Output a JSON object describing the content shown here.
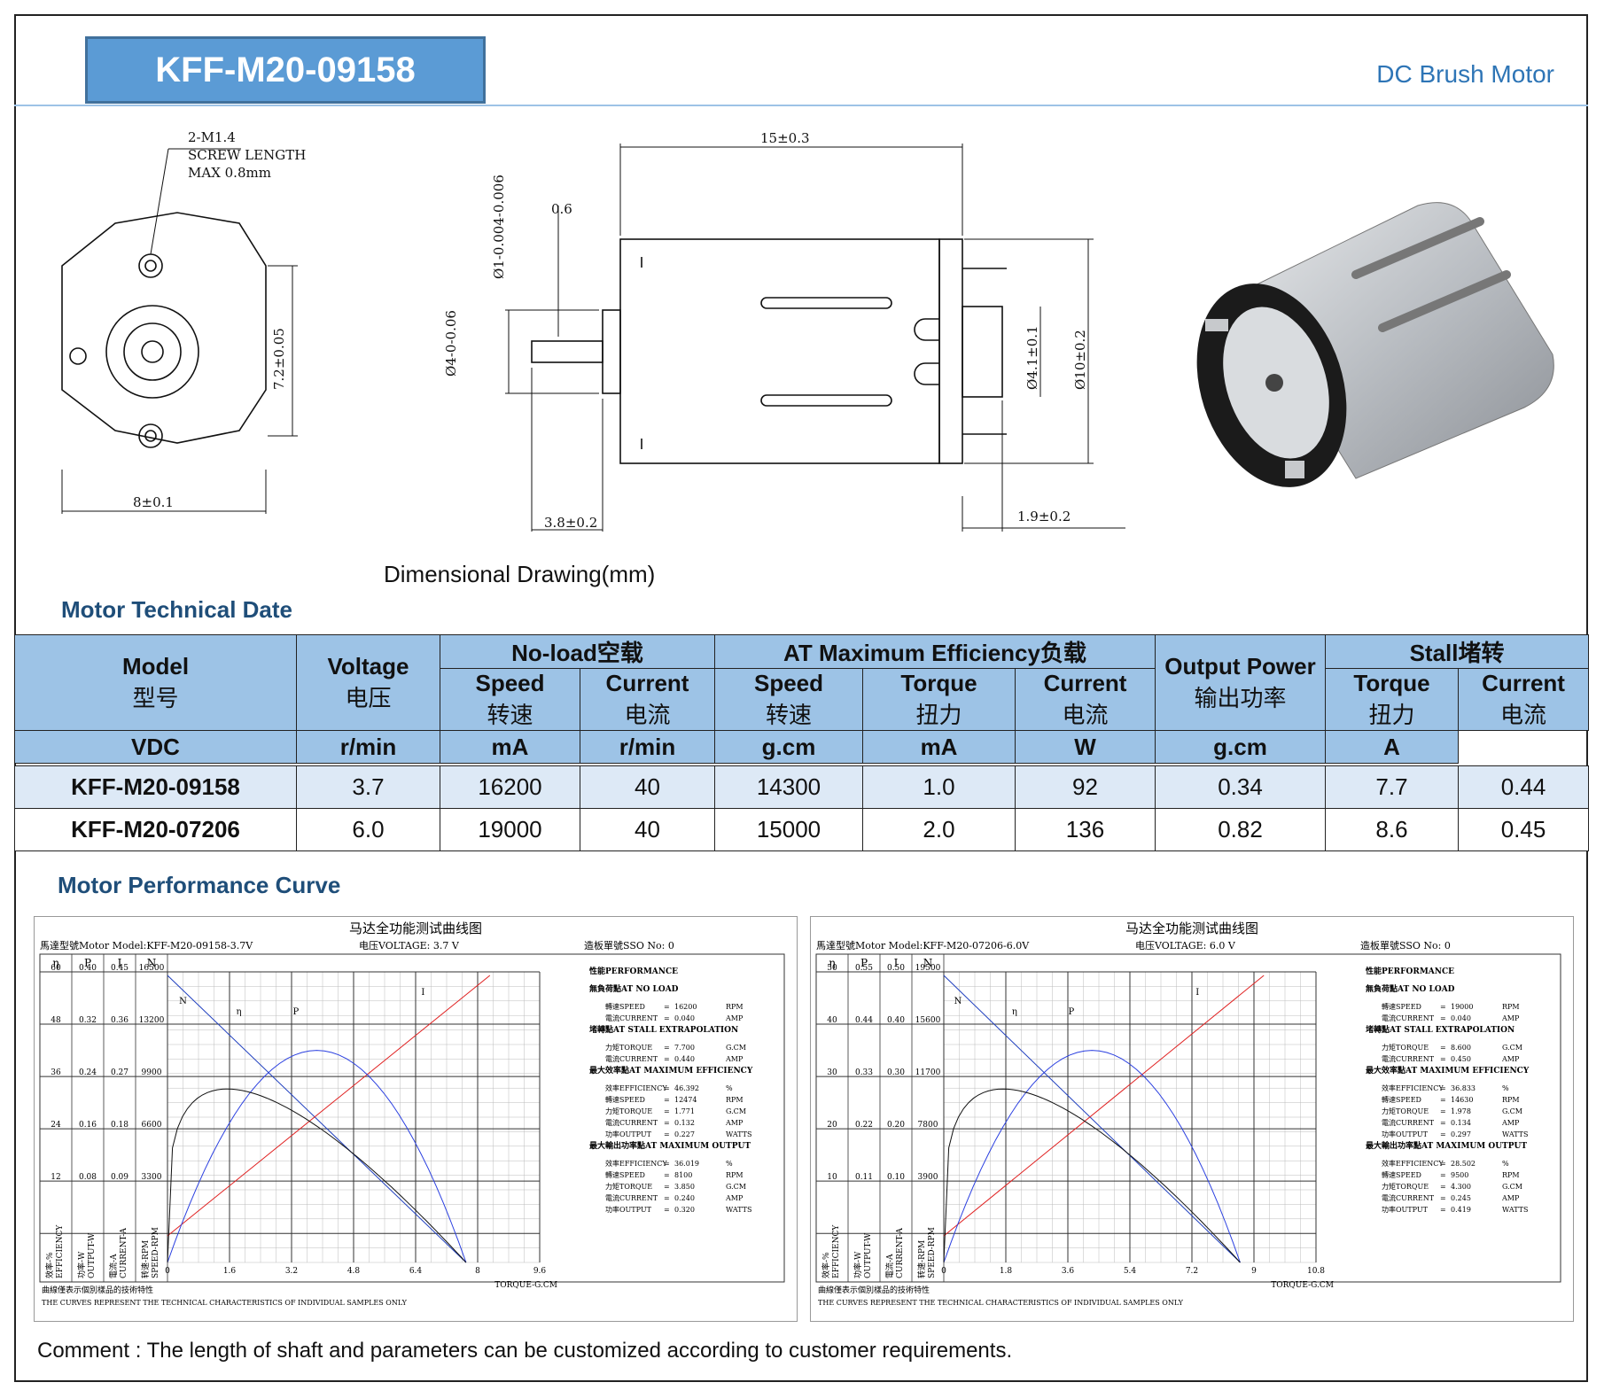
{
  "header": {
    "model_title": "KFF-M20-09158",
    "category": "DC Brush Motor"
  },
  "drawing": {
    "caption": "Dimensional Drawing(mm)",
    "screw_note_1": "2-M1.4",
    "screw_note_2": "SCREW LENGTH",
    "screw_note_3": "MAX 0.8mm",
    "dim_width": "8±0.1",
    "dim_hole_spacing": "7.2±0.05",
    "dim_body_length": "15±0.3",
    "dim_flange": "0.6",
    "dim_shaft_dia": "Ø1-0.004-0.006",
    "dim_boss_dia": "Ø4-0-0.06",
    "dim_shaft_length": "3.8±0.2",
    "dim_end_boss": "Ø4.1±0.1",
    "dim_body_dia": "Ø10±0.2",
    "dim_terminal": "1.9±0.2"
  },
  "tech_section_title": "Motor Technical Date",
  "table": {
    "h_model": "Model",
    "h_model_cn": "型号",
    "h_voltage": "Voltage",
    "h_voltage_cn": "电压",
    "h_noload": "No-load空载",
    "h_maxeff": "AT Maximum Efficiency负载",
    "h_output": "Output Power",
    "h_output_cn": "输出功率",
    "h_stall": "Stall堵转",
    "h_speed": "Speed",
    "h_speed_cn": "转速",
    "h_current": "Current",
    "h_current_cn": "电流",
    "h_torque": "Torque",
    "h_torque_cn": "扭力",
    "u_voltage": "VDC",
    "u_speed": "r/min",
    "u_current_ma": "mA",
    "u_torque": "g.cm",
    "u_output": "W",
    "u_current_a": "A",
    "rows": [
      {
        "model": "KFF-M20-09158",
        "voltage": "3.7",
        "nl_speed": "16200",
        "nl_current": "40",
        "me_speed": "14300",
        "me_torque": "1.0",
        "me_current": "92",
        "output": "0.34",
        "st_torque": "7.7",
        "st_current": "0.44"
      },
      {
        "model": "KFF-M20-07206",
        "voltage": "6.0",
        "nl_speed": "19000",
        "nl_current": "40",
        "me_speed": "15000",
        "me_torque": "2.0",
        "me_current": "136",
        "output": "0.82",
        "st_torque": "8.6",
        "st_current": "0.45"
      }
    ]
  },
  "curve_section_title": "Motor Performance Curve",
  "curves": [
    {
      "chart_title": "马达全功能测试曲线图",
      "model_line": "馬達型號Motor Model:KFF-M20-09158-3.7V",
      "voltage_line": "电压VOLTAGE:  3.7  V",
      "sample_line": "造板單號SSO No: 0",
      "col_heads": [
        "η",
        "P",
        "I",
        "N"
      ],
      "y_ticks": [
        [
          "60",
          "0.40",
          "0.45",
          "16500"
        ],
        [
          "48",
          "0.32",
          "0.36",
          "13200"
        ],
        [
          "36",
          "0.24",
          "0.27",
          "9900"
        ],
        [
          "24",
          "0.16",
          "0.18",
          "6600"
        ],
        [
          "12",
          "0.08",
          "0.09",
          "3300"
        ]
      ],
      "x_ticks": [
        "0",
        "1.6",
        "3.2",
        "4.8",
        "6.4",
        "8",
        "9.6"
      ],
      "x_label": "TORQUE-G.CM",
      "footer_cn": "曲線僅表示個別樣品的技術特性",
      "footer_en": "THE CURVES REPRESENT THE TECHNICAL CHARACTERISTICS OF INDIVIDUAL SAMPLES ONLY",
      "axis_names": [
        "效率-%\nEFFICIENCY",
        "功率-W\nOUTPUT-W",
        "電流-A\nCURRENT-A",
        "转速-RPM\nSPEED-RPM"
      ],
      "perf": [
        {
          "h": "性能PERFORMANCE"
        },
        {
          "h": "無負荷點AT NO LOAD"
        },
        {
          "k": "轉速SPEED",
          "v": "16200",
          "u": "RPM"
        },
        {
          "k": "電流CURRENT",
          "v": "0.040",
          "u": "AMP"
        },
        {
          "h": "堵轉點AT STALL EXTRAPOLATION"
        },
        {
          "k": "力矩TORQUE",
          "v": "7.700",
          "u": "G.CM"
        },
        {
          "k": "電流CURRENT",
          "v": "0.440",
          "u": "AMP"
        },
        {
          "h": "最大效率點AT MAXIMUM EFFICIENCY"
        },
        {
          "k": "效率EFFICIENCY",
          "v": "46.392",
          "u": "%"
        },
        {
          "k": "轉速SPEED",
          "v": "12474",
          "u": "RPM"
        },
        {
          "k": "力矩TORQUE",
          "v": "1.771",
          "u": "G.CM"
        },
        {
          "k": "電流CURRENT",
          "v": "0.132",
          "u": "AMP"
        },
        {
          "k": "功率OUTPUT",
          "v": "0.227",
          "u": "WATTS"
        },
        {
          "h": "最大輸出功率點AT MAXIMUM OUTPUT"
        },
        {
          "k": "效率EFFICIENCY",
          "v": "36.019",
          "u": "%"
        },
        {
          "k": "轉速SPEED",
          "v": "8100",
          "u": "RPM"
        },
        {
          "k": "力矩TORQUE",
          "v": "3.850",
          "u": "G.CM"
        },
        {
          "k": "電流CURRENT",
          "v": "0.240",
          "u": "AMP"
        },
        {
          "k": "功率OUTPUT",
          "v": "0.320",
          "u": "WATTS"
        }
      ]
    },
    {
      "chart_title": "马达全功能测试曲线图",
      "model_line": "馬達型號Motor Model:KFF-M20-07206-6.0V",
      "voltage_line": "电压VOLTAGE:  6.0  V",
      "sample_line": "造板單號SSO No: 0",
      "col_heads": [
        "η",
        "P",
        "I",
        "N"
      ],
      "y_ticks": [
        [
          "50",
          "0.55",
          "0.50",
          "19500"
        ],
        [
          "40",
          "0.44",
          "0.40",
          "15600"
        ],
        [
          "30",
          "0.33",
          "0.30",
          "11700"
        ],
        [
          "20",
          "0.22",
          "0.20",
          "7800"
        ],
        [
          "10",
          "0.11",
          "0.10",
          "3900"
        ]
      ],
      "x_ticks": [
        "0",
        "1.8",
        "3.6",
        "5.4",
        "7.2",
        "9",
        "10.8"
      ],
      "x_label": "TORQUE-G.CM",
      "footer_cn": "曲線僅表示個別樣品的技術特性",
      "footer_en": "THE CURVES REPRESENT THE TECHNICAL CHARACTERISTICS OF INDIVIDUAL SAMPLES ONLY",
      "axis_names": [
        "效率-%\nEFFICIENCY",
        "功率-W\nOUTPUT-W",
        "電流-A\nCURRENT-A",
        "转速-RPM\nSPEED-RPM"
      ],
      "perf": [
        {
          "h": "性能PERFORMANCE"
        },
        {
          "h": "無負荷點AT NO LOAD"
        },
        {
          "k": "轉速SPEED",
          "v": "19000",
          "u": "RPM"
        },
        {
          "k": "電流CURRENT",
          "v": "0.040",
          "u": "AMP"
        },
        {
          "h": "堵轉點AT STALL EXTRAPOLATION"
        },
        {
          "k": "力矩TORQUE",
          "v": "8.600",
          "u": "G.CM"
        },
        {
          "k": "電流CURRENT",
          "v": "0.450",
          "u": "AMP"
        },
        {
          "h": "最大效率點AT MAXIMUM EFFICIENCY"
        },
        {
          "k": "效率EFFICIENCY",
          "v": "36.833",
          "u": "%"
        },
        {
          "k": "轉速SPEED",
          "v": "14630",
          "u": "RPM"
        },
        {
          "k": "力矩TORQUE",
          "v": "1.978",
          "u": "G.CM"
        },
        {
          "k": "電流CURRENT",
          "v": "0.134",
          "u": "AMP"
        },
        {
          "k": "功率OUTPUT",
          "v": "0.297",
          "u": "WATTS"
        },
        {
          "h": "最大輸出功率點AT MAXIMUM OUTPUT"
        },
        {
          "k": "效率EFFICIENCY",
          "v": "28.502",
          "u": "%"
        },
        {
          "k": "轉速SPEED",
          "v": "9500",
          "u": "RPM"
        },
        {
          "k": "力矩TORQUE",
          "v": "4.300",
          "u": "G.CM"
        },
        {
          "k": "電流CURRENT",
          "v": "0.245",
          "u": "AMP"
        },
        {
          "k": "功率OUTPUT",
          "v": "0.419",
          "u": "WATTS"
        }
      ]
    }
  ],
  "comment": "Comment : The length of shaft and parameters can be customized according to customer requirements.",
  "colors": {
    "header_blue": "#5b9bd5",
    "table_head": "#9dc3e6",
    "row_tint": "#dde9f6",
    "curve_speed": "#1f3fbf",
    "curve_current": "#e02020",
    "curve_eff": "#111111",
    "curve_power": "#2a3fe0"
  }
}
